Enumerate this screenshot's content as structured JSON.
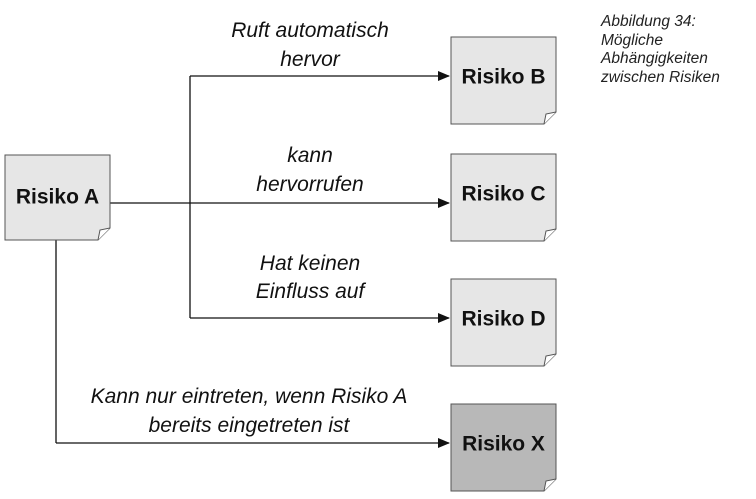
{
  "caption": {
    "lines": [
      "Abbildung 34:",
      "Mögliche",
      "Abhängigkeiten",
      "zwischen Risiken"
    ]
  },
  "nodes": {
    "risiko_a": {
      "label": "Risiko A",
      "fill": "#e6e6e6"
    },
    "risiko_b": {
      "label": "Risiko B",
      "fill": "#e6e6e6"
    },
    "risiko_c": {
      "label": "Risiko C",
      "fill": "#e6e6e6"
    },
    "risiko_d": {
      "label": "Risiko D",
      "fill": "#e6e6e6"
    },
    "risiko_x": {
      "label": "Risiko X",
      "fill": "#b8b8b8"
    }
  },
  "edges": {
    "a_to_b": {
      "lines": [
        "Ruft automatisch",
        "hervor"
      ]
    },
    "a_to_c": {
      "lines": [
        "kann",
        "hervorrufen"
      ]
    },
    "a_to_d": {
      "lines": [
        "Hat keinen",
        "Einfluss auf"
      ]
    },
    "a_to_x": {
      "lines": [
        "Kann nur eintreten, wenn Risiko A",
        "bereits eingetreten ist"
      ]
    }
  },
  "colors": {
    "line": "#111111",
    "node_border": "#555555"
  }
}
